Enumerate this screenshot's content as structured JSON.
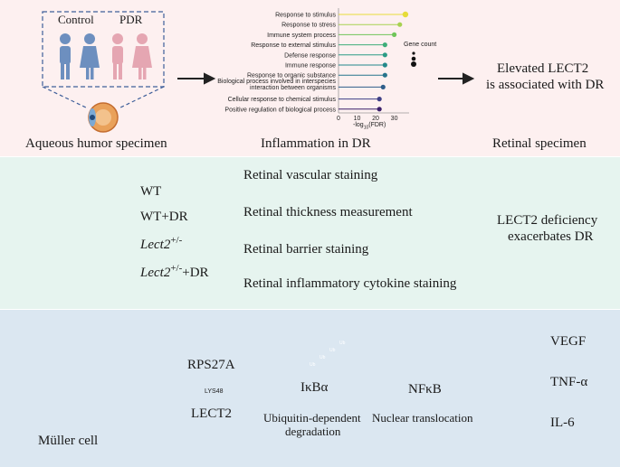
{
  "top": {
    "control_label": "Control",
    "pdr_label": "PDR",
    "aqueous_label": "Aqueous humor specimen",
    "inflammation_label": "Inflammation in DR",
    "retinal_specimen_label": "Retinal specimen",
    "elevated_line1": "Elevated LECT2",
    "elevated_line2": "is associated with DR"
  },
  "chart_data": {
    "type": "lollipop",
    "categories": [
      "Response to stimulus",
      "Response to stress",
      "Immune system process",
      "Response to external stimulus",
      "Defense response",
      "Immune response",
      "Response to organic substance",
      "Biological process involved in interspecies interaction between organisms",
      "Cellular response to chemical stimulus",
      "Positive regulation of biological process"
    ],
    "category_lines": [
      [
        "Response to stimulus"
      ],
      [
        "Response to stress"
      ],
      [
        "Immune system process"
      ],
      [
        "Response to external stimulus"
      ],
      [
        "Defense response"
      ],
      [
        "Immune response"
      ],
      [
        "Response to organic substance"
      ],
      [
        "Biological process involved in interspecies",
        "interaction between organisms"
      ],
      [
        "Cellular response to chemical stimulus"
      ],
      [
        "Positive regulation of biological process"
      ]
    ],
    "values": [
      36,
      33,
      30,
      25,
      25,
      25,
      25,
      24,
      22,
      22
    ],
    "colors": [
      "#e6dc3a",
      "#a7d150",
      "#70c55a",
      "#3fae7a",
      "#2c9c86",
      "#24898b",
      "#27748c",
      "#2f5e8a",
      "#3f3f86",
      "#3b1f6b"
    ],
    "xlabel": "-log10(FDR)",
    "xticks": [
      0,
      10,
      20,
      30
    ],
    "xlim": [
      0,
      38
    ],
    "legend_title": "Gene count"
  },
  "middle": {
    "groups": [
      "WT",
      "WT+DR",
      "Lect2",
      "Lect2"
    ],
    "lect2_sup": "+/-",
    "lect2_dr_suffix": "+DR",
    "assays": [
      "Retinal vascular staining",
      "Retinal thickness measurement",
      "Retinal barrier staining",
      "Retinal inflammatory cytokine staining"
    ],
    "outcome_line1": "LECT2 deficiency",
    "outcome_line2": "exacerbates DR"
  },
  "bottom": {
    "muller_label": "Müller cell",
    "rps27a": "RPS27A",
    "lys48": "LYS48",
    "lect2": "LECT2",
    "ub": "Ub",
    "ikba": "IκBα",
    "ikba_caption1": "Ubiquitin-dependent",
    "ikba_caption2": "degradation",
    "nfkb": "NFκB",
    "nfkb_caption": "Nuclear translocation",
    "cytokines": [
      "VEGF",
      "TNF-α",
      "IL-6"
    ],
    "cytokine_colors": [
      "#dfe3ea",
      "#d6e9a6",
      "#a8dcb8"
    ]
  }
}
